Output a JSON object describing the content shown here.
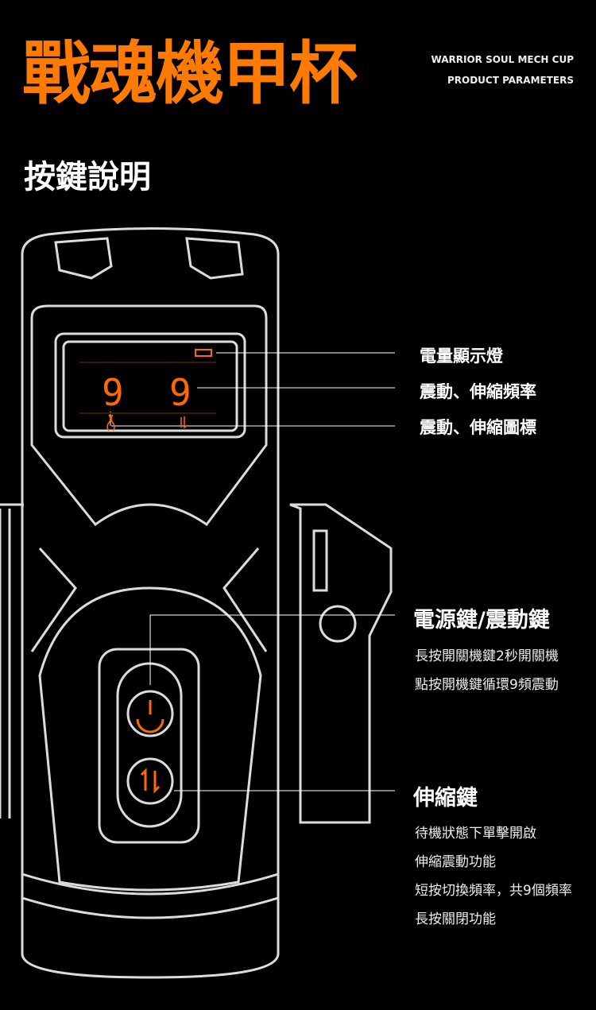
{
  "header": {
    "title": "戰魂機甲杯",
    "en_line1": "WARRIOR SOUL MECH CUP",
    "en_line2": "PRODUCT PARAMETERS",
    "subtitle": "按鍵說明"
  },
  "display": {
    "left_digit": "9",
    "right_digit": "9"
  },
  "callouts": {
    "battery": "電量顯示燈",
    "frequency": "震動、伸縮頻率",
    "icons": "震動、伸縮圖標",
    "power_title": "電源鍵/震動鍵",
    "power_desc": [
      "長按開關機鍵2秒開關機",
      "點按開機鍵循環9頻震動"
    ],
    "stretch_title": "伸縮鍵",
    "stretch_desc": [
      "待機狀態下單擊開啟",
      "伸縮震動功能",
      "短按切換頻率，共9個頻率",
      "長按關閉功能"
    ]
  },
  "colors": {
    "accent": "#ff6a00",
    "outline": "#dcdcdc"
  }
}
